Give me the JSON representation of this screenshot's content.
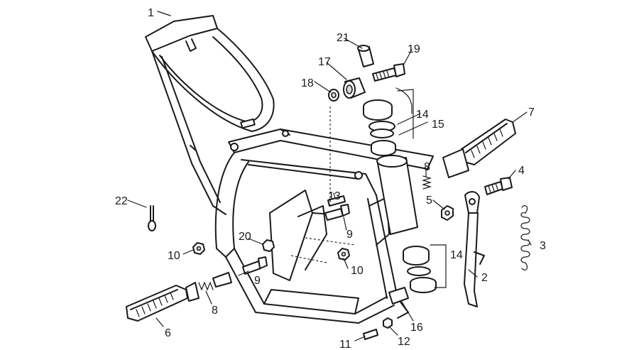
{
  "callouts": [
    {
      "id": "c1",
      "text": "1"
    },
    {
      "id": "c2",
      "text": "2"
    },
    {
      "id": "c3",
      "text": "3"
    },
    {
      "id": "c4",
      "text": "4"
    },
    {
      "id": "c5",
      "text": "5"
    },
    {
      "id": "c6",
      "text": "6"
    },
    {
      "id": "c7",
      "text": "7"
    },
    {
      "id": "c8a",
      "text": "8"
    },
    {
      "id": "c8b",
      "text": "8"
    },
    {
      "id": "c9a",
      "text": "9"
    },
    {
      "id": "c9b",
      "text": "9"
    },
    {
      "id": "c10a",
      "text": "10"
    },
    {
      "id": "c10b",
      "text": "10"
    },
    {
      "id": "c11",
      "text": "11"
    },
    {
      "id": "c12",
      "text": "12"
    },
    {
      "id": "c13",
      "text": "13"
    },
    {
      "id": "c14a",
      "text": "14"
    },
    {
      "id": "c14b",
      "text": "14"
    },
    {
      "id": "c15",
      "text": "15"
    },
    {
      "id": "c16",
      "text": "16"
    },
    {
      "id": "c17",
      "text": "17"
    },
    {
      "id": "c18",
      "text": "18"
    },
    {
      "id": "c19",
      "text": "19"
    },
    {
      "id": "c20",
      "text": "20"
    },
    {
      "id": "c21",
      "text": "21"
    },
    {
      "id": "c22",
      "text": "22"
    }
  ]
}
